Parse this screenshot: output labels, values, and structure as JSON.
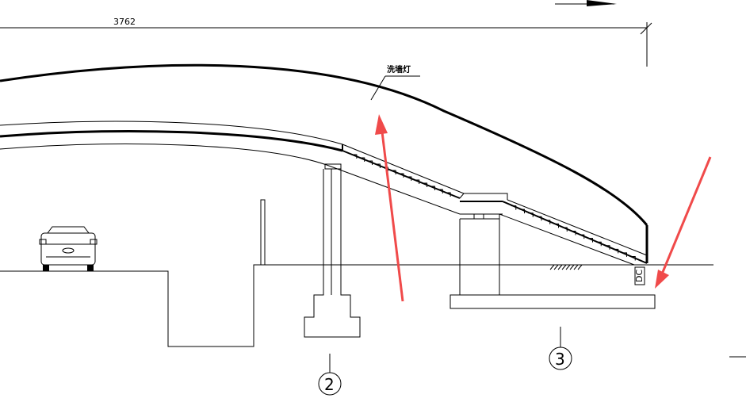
{
  "dimension": {
    "value": "3762"
  },
  "annotations": {
    "wall_wash_light": "洗墙灯"
  },
  "axis_markers": [
    {
      "number": "2"
    },
    {
      "number": "3"
    }
  ],
  "equipment": {
    "dc_box": "DC"
  },
  "highlight_color": "#f04a4a"
}
